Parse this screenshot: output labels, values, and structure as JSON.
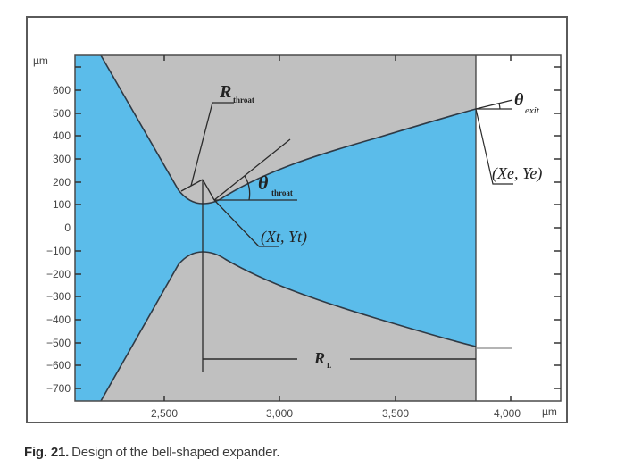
{
  "figure": {
    "number_label": "Fig. 21.",
    "caption_text": "Design of the bell-shaped expander."
  },
  "axes": {
    "y_unit": "µm",
    "x_unit": "µm",
    "y_ticks": [
      "600",
      "500",
      "400",
      "300",
      "200",
      "100",
      "0",
      "−100",
      "−200",
      "−300",
      "−400",
      "−500",
      "−600",
      "−700"
    ],
    "x_ticks": [
      "2,500",
      "3,000",
      "3,500",
      "4,000"
    ]
  },
  "annotations": {
    "r_throat": {
      "main": "R",
      "sub": "throat"
    },
    "theta_throat": {
      "main": "θ",
      "sub": "throat"
    },
    "throat_point": "(Xt, Yt)",
    "theta_exit": {
      "main": "θ",
      "sub": "exit"
    },
    "exit_point": "(Xe, Ye)",
    "r_length": {
      "main": "R",
      "sub": "L"
    }
  },
  "colors": {
    "flow_region": "#5bbcea",
    "wall_region": "#c0c0c0",
    "outline": "#2f3a45",
    "frame": "#5a5a5a"
  },
  "chart_data": {
    "type": "area",
    "title": "Design of the bell-shaped expander",
    "xlabel": "µm",
    "ylabel": "µm",
    "xlim": [
      2115,
      4215
    ],
    "ylim": [
      -750,
      750
    ],
    "x_ticks": [
      2500,
      3000,
      3500,
      4000
    ],
    "y_ticks": [
      600,
      500,
      400,
      300,
      200,
      100,
      0,
      -100,
      -200,
      -300,
      -400,
      -500,
      -600,
      -700
    ],
    "grid": false,
    "series": [
      {
        "name": "upper nozzle wall",
        "x": [
          2225,
          2400,
          2560,
          2620,
          2665,
          2720,
          2900,
          3100,
          3300,
          3500,
          3700,
          3850
        ],
        "y": [
          750,
          470,
          180,
          125,
          105,
          125,
          210,
          290,
          360,
          420,
          475,
          520
        ]
      },
      {
        "name": "lower nozzle wall",
        "x": [
          2225,
          2400,
          2560,
          2620,
          2665,
          2720,
          2900,
          3100,
          3300,
          3500,
          3700,
          3850
        ],
        "y": [
          -750,
          -470,
          -180,
          -125,
          -105,
          -125,
          -210,
          -290,
          -360,
          -420,
          -475,
          -520
        ]
      }
    ],
    "key_points": {
      "throat": {
        "label": "(Xt, Yt)",
        "x": 2665,
        "y": 105
      },
      "exit": {
        "label": "(Xe, Ye)",
        "x": 3850,
        "y": 520
      },
      "nozzle_length_RL": {
        "from_x": 2665,
        "to_x": 3850,
        "y": -570
      }
    },
    "annotations": [
      "R_throat",
      "θ_throat",
      "(Xt, Yt)",
      "θ_exit",
      "(Xe, Ye)",
      "R_L"
    ]
  }
}
